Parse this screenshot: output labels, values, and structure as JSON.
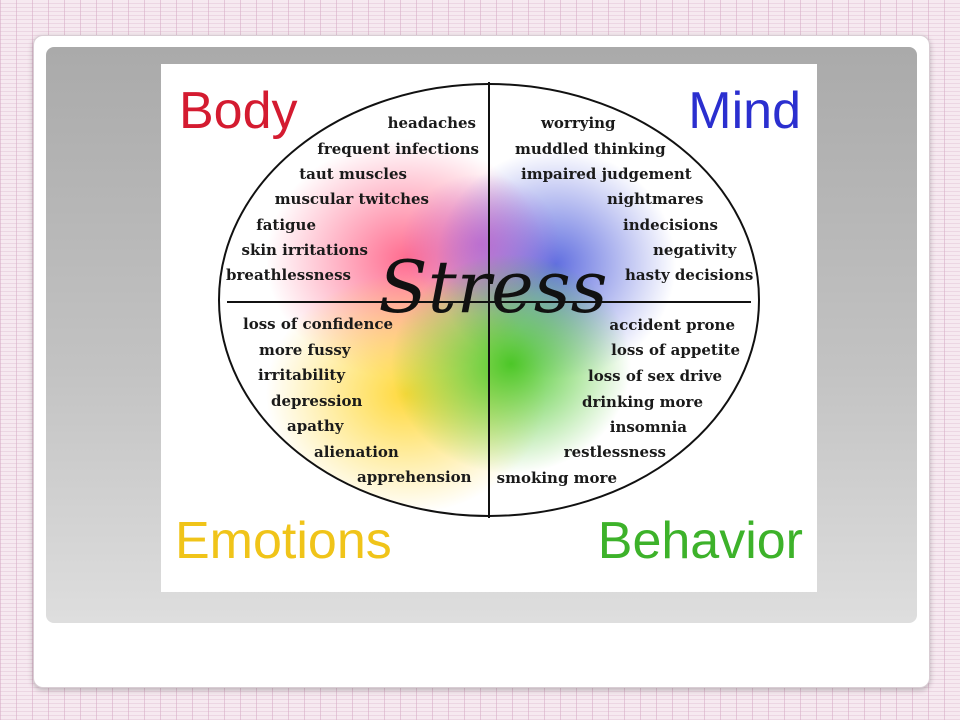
{
  "center_label": "Stress",
  "quadrants": {
    "body": {
      "label": "Body",
      "color": "#d41b30",
      "items": [
        "headaches",
        "frequent infections",
        "taut muscles",
        "muscular twitches",
        "fatigue",
        "skin irritations",
        "breathlessness"
      ]
    },
    "mind": {
      "label": "Mind",
      "color": "#2b2fcf",
      "items": [
        "worrying",
        "muddled thinking",
        "impaired judgement",
        "nightmares",
        "indecisions",
        "negativity",
        "hasty decisions"
      ]
    },
    "emotions": {
      "label": "Emotions",
      "color": "#f0c419",
      "items": [
        "loss of confidence",
        "more fussy",
        "irritability",
        "depression",
        "apathy",
        "alienation",
        "apprehension"
      ]
    },
    "behavior": {
      "label": "Behavior",
      "color": "#3db22a",
      "items": [
        "accident prone",
        "loss of appetite",
        "loss of sex drive",
        "drinking more",
        "insomnia",
        "restlessness",
        "smoking more"
      ]
    }
  }
}
